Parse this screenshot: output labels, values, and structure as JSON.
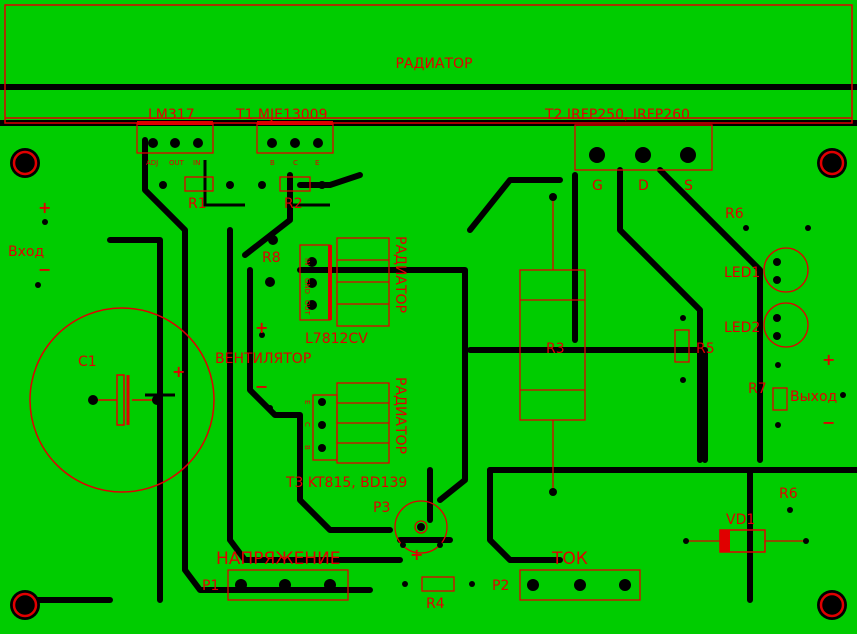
{
  "colors": {
    "board": "#00cc00",
    "copper_gap": "#000000",
    "silk": "#e00000",
    "pad": "#000000"
  },
  "labels": {
    "radiator_top": "РАДИАТОР",
    "lm317": "LM317",
    "t1": "T1 MJE13009",
    "t2": "T2 IRFP250, IRFP260",
    "r1": "R1",
    "r2": "R2",
    "r3": "R3",
    "r4": "R4",
    "r5": "R5",
    "r6a": "R6",
    "r6b": "R6",
    "r7": "R7",
    "r8": "R8",
    "c1": "C1",
    "vd1": "VD1",
    "led1": "LED1",
    "led2": "LED2",
    "p1": "P1",
    "p2": "P2",
    "p3": "P3",
    "input": "Вход",
    "output": "Выход",
    "fan": "ВЕНТИЛЯТОР",
    "l7812": "L7812CV",
    "radiator_v1": "РАДИАТОР",
    "radiator_v2": "РАДИАТОР",
    "t3": "T3 KT815, BD139",
    "voltage": "НАПРЯЖЕНИЕ",
    "current": "ТОК",
    "gate": "G",
    "drain": "D",
    "source": "S",
    "plus": "+",
    "minus": "−",
    "pin_adj": "ADJ",
    "pin_out": "OUT",
    "pin_in": "IN",
    "pin_b": "B",
    "pin_c": "C",
    "pin_e": "E",
    "pin_in2": "IN",
    "pin_gnd": "GND",
    "pin_out2": "OUT",
    "pin_e2": "E",
    "pin_c2": "C",
    "pin_b2": "B"
  }
}
